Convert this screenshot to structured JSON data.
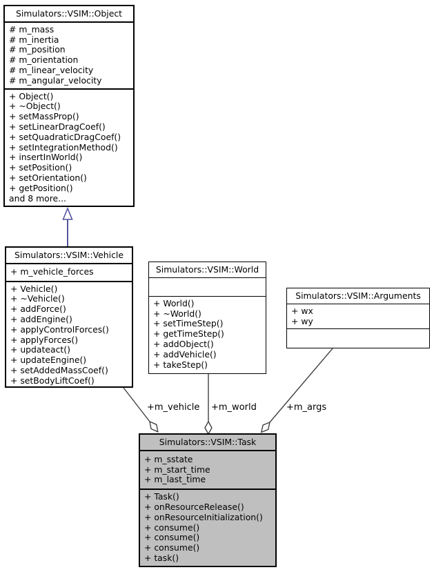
{
  "diagram": {
    "classes": {
      "object": {
        "title": "Simulators::VSIM::Object",
        "attributes": [
          "# m_mass",
          "# m_inertia",
          "# m_position",
          "# m_orientation",
          "# m_linear_velocity",
          "# m_angular_velocity"
        ],
        "methods": [
          "+ Object()",
          "+ ~Object()",
          "+ setMassProp()",
          "+ setLinearDragCoef()",
          "+ setQuadraticDragCoef()",
          "+ setIntegrationMethod()",
          "+ insertInWorld()",
          "+ setPosition()",
          "+ setOrientation()",
          "+ getPosition()",
          "and 8 more..."
        ]
      },
      "vehicle": {
        "title": "Simulators::VSIM::Vehicle",
        "attributes": [
          "+ m_vehicle_forces"
        ],
        "methods": [
          "+ Vehicle()",
          "+ ~Vehicle()",
          "+ addForce()",
          "+ addEngine()",
          "+ applyControlForces()",
          "+ applyForces()",
          "+ updateact()",
          "+ updateEngine()",
          "+ setAddedMassCoef()",
          "+ setBodyLiftCoef()"
        ]
      },
      "world": {
        "title": "Simulators::VSIM::World",
        "attributes": [],
        "methods": [
          "+ World()",
          "+ ~World()",
          "+ setTimeStep()",
          "+ getTimeStep()",
          "+ addObject()",
          "+ addVehicle()",
          "+ takeStep()"
        ]
      },
      "arguments": {
        "title": "Simulators::VSIM::Arguments",
        "attributes": [
          "+ wx",
          "+ wy"
        ],
        "methods": []
      },
      "task": {
        "title": "Simulators::VSIM::Task",
        "attributes": [
          "+ m_sstate",
          "+ m_start_time",
          "+ m_last_time"
        ],
        "methods": [
          "+ Task()",
          "+ onResourceRelease()",
          "+ onResourceInitialization()",
          "+ consume()",
          "+ consume()",
          "+ consume()",
          "+ task()"
        ]
      }
    },
    "edges": {
      "labels": {
        "vehicle": "+m_vehicle",
        "world": "+m_world",
        "args": "+m_args"
      }
    },
    "colors": {
      "inheritance": "#54549e",
      "association": "#404040",
      "border": "#000000",
      "box_fill": "#ffffff",
      "task_fill": "#bfbfbf"
    }
  }
}
